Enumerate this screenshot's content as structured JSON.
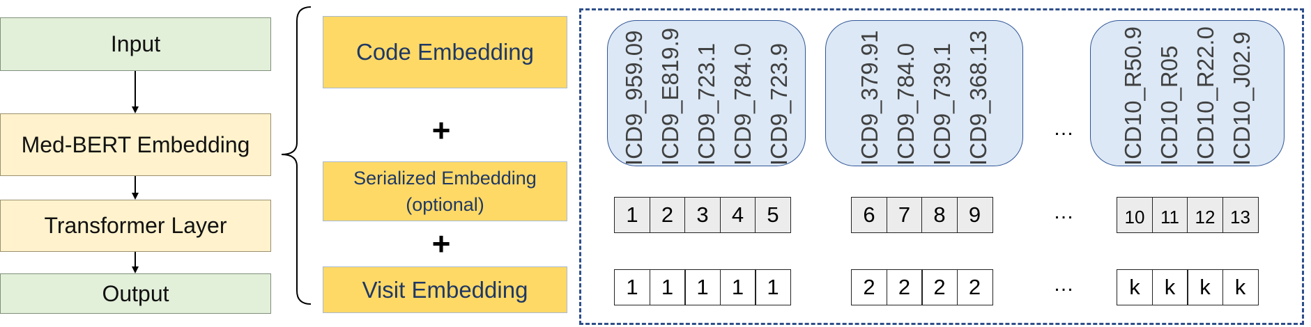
{
  "flow": {
    "input": "Input",
    "medbert": "Med-BERT Embedding",
    "transformer": "Transformer Layer",
    "output": "Output"
  },
  "embeddings": {
    "code": "Code Embedding",
    "serialized_line1": "Serialized Embedding",
    "serialized_line2": "(optional)",
    "visit": "Visit Embedding",
    "plus": "+"
  },
  "visits": [
    {
      "codes": [
        "ICD9_959.09",
        "ICD9_E819.9",
        "ICD9_723.1",
        "ICD9_784.0",
        "ICD9_723.9"
      ],
      "serial": [
        "1",
        "2",
        "3",
        "4",
        "5"
      ],
      "visit": [
        "1",
        "1",
        "1",
        "1",
        "1"
      ]
    },
    {
      "codes": [
        "ICD9_379.91",
        "ICD9_784.0",
        "ICD9_739.1",
        "ICD9_368.13"
      ],
      "serial": [
        "6",
        "7",
        "8",
        "9"
      ],
      "visit": [
        "2",
        "2",
        "2",
        "2"
      ]
    },
    {
      "codes": [
        "ICD10_R50.9",
        "ICD10_R05",
        "ICD10_R22.0",
        "ICD10_J02.9"
      ],
      "serial": [
        "10",
        "11",
        "12",
        "13"
      ],
      "visit": [
        "k",
        "k",
        "k",
        "k"
      ]
    }
  ],
  "ellipsis": "…",
  "colors": {
    "flow_green": "#e2efd9",
    "flow_yellow": "#fff2cc",
    "embedding": "#ffd966",
    "embedding_text": "#1f3864",
    "visit_box": "#dce8f5",
    "panel_border": "#2f4f8a"
  }
}
